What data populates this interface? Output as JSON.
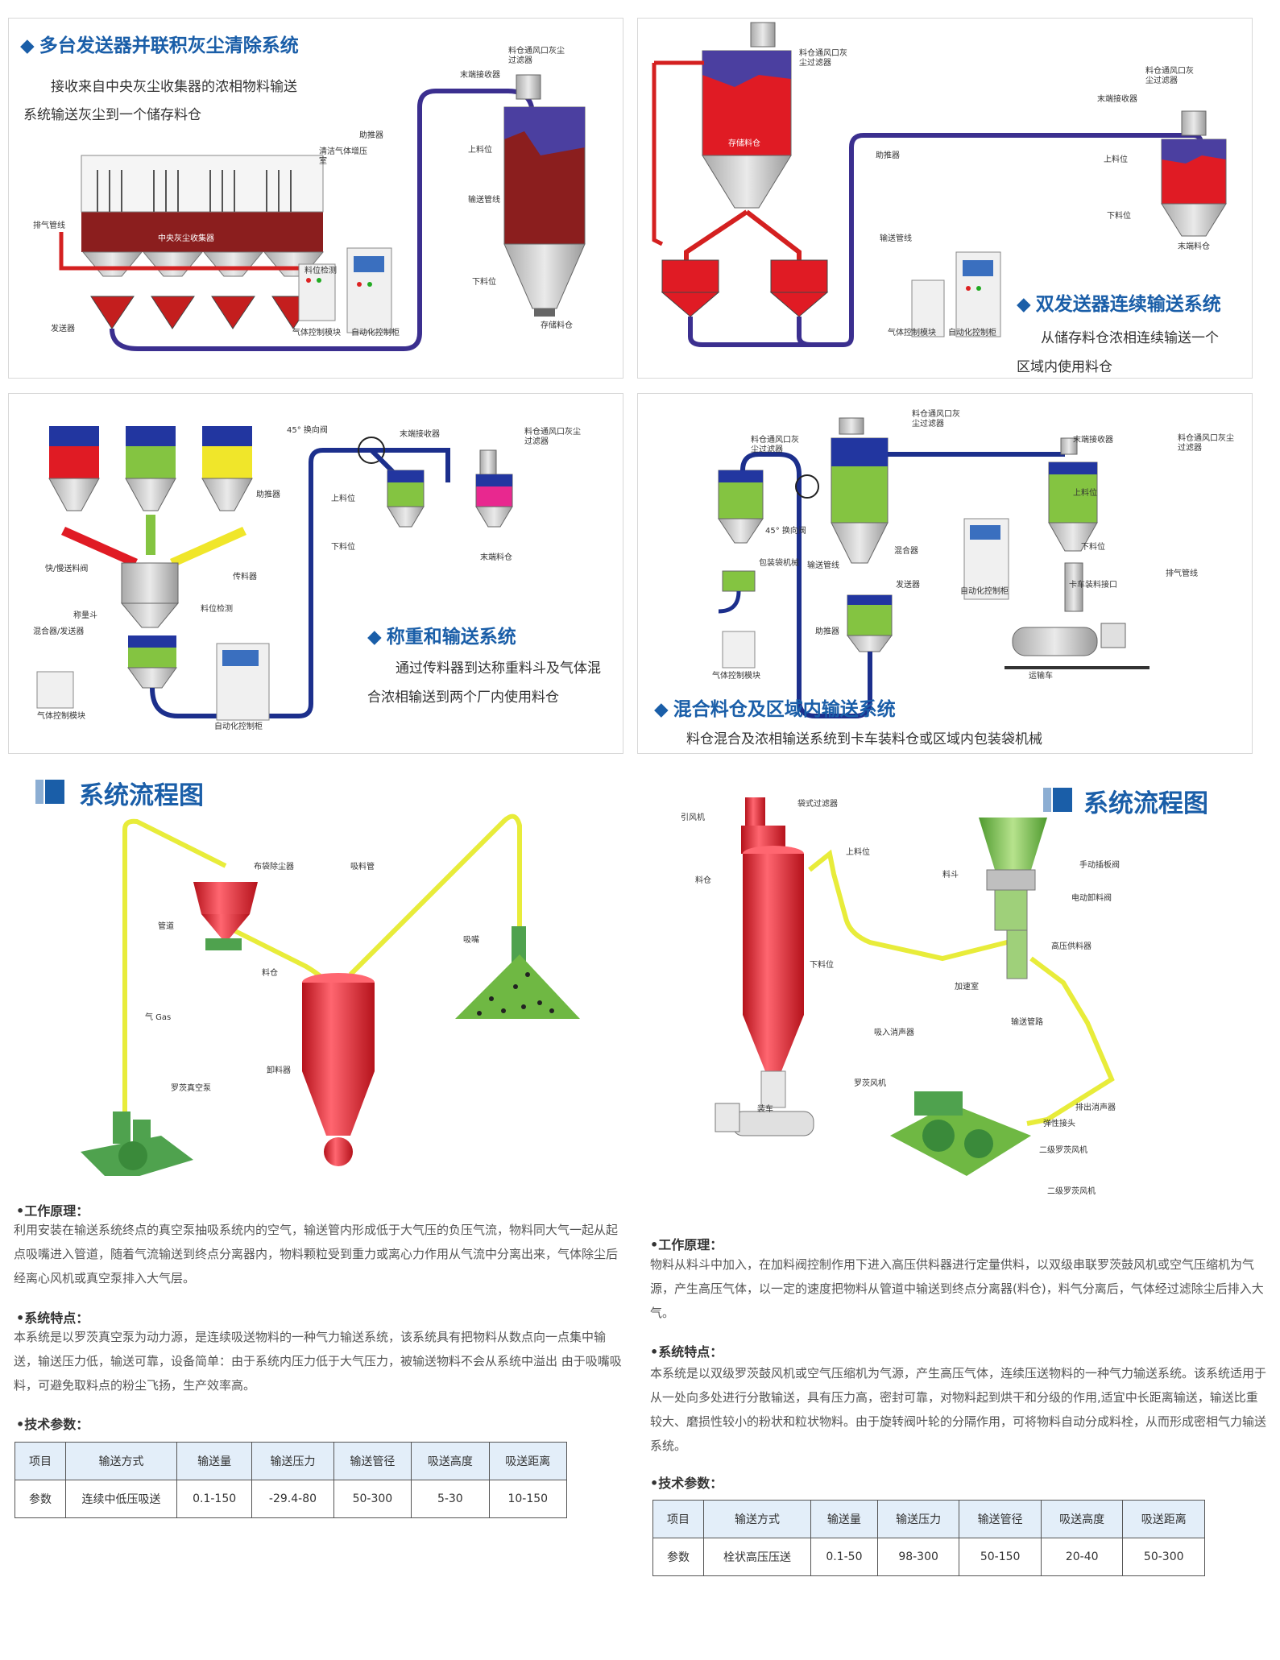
{
  "panels": [
    {
      "title": "多台发送器并联积灰尘清除系统",
      "lines": [
        "接收来自中央灰尘收集器的浓相物料输送",
        "系统输送灰尘到一个储存料仓"
      ],
      "labels": [
        "料仓通风口灰尘过滤器",
        "末端接收器",
        "助推器",
        "清洁气体增压室",
        "上料位",
        "输送管线",
        "排气管线",
        "料位检测",
        "下料位",
        "存储料仓",
        "发送器",
        "气体控制模块",
        "自动化控制柜",
        "中央灰尘收集器"
      ]
    },
    {
      "title": "双发送器连续输送系统",
      "lines": [
        "从储存料仓浓相连续输送一个",
        "区域内使用料仓"
      ],
      "labels": [
        "料仓通风口灰尘过滤器",
        "料仓通风口灰尘过滤器",
        "末端接收器",
        "存储料仓",
        "助推器",
        "上料位",
        "下料位",
        "末端料仓",
        "输送管线",
        "气体控制模块",
        "自动化控制柜"
      ]
    },
    {
      "title": "称重和输送系统",
      "lines": [
        "通过传料器到达称重料斗及气体混",
        "合浓相输送到两个厂内使用料仓"
      ],
      "labels": [
        "45° 换向阀",
        "末端接收器",
        "料仓通风口灰尘过滤器",
        "助推器",
        "上料位",
        "下料位",
        "末端料仓",
        "快/慢送料阀",
        "传料器",
        "称量斗",
        "料位检测",
        "混合器/发送器",
        "气体控制模块",
        "自动化控制柜"
      ]
    },
    {
      "title": "混合料仓及区域内输送系统",
      "lines": [
        "料仓混合及浓相输送系统到卡车装料仓或区域内包装袋机械"
      ],
      "labels": [
        "料仓通风口灰尘过滤器",
        "料仓通风口灰尘过滤器",
        "末端接收器",
        "料仓通风口灰尘过滤器",
        "上料位",
        "45° 换向阀",
        "包装袋机械",
        "输送管线",
        "混合器",
        "发送器",
        "自动化控制柜",
        "下料位",
        "卡车装料接口",
        "排气管线",
        "运输车",
        "助推器",
        "气体控制模块"
      ]
    }
  ],
  "left_flow": {
    "title": "系统流程图",
    "labels": [
      "布袋除尘器",
      "吸料管",
      "管道",
      "吸嘴",
      "料仓",
      "气 Gas",
      "罗茨真空泵",
      "卸料器"
    ],
    "principle_heading": "•工作原理：",
    "principle_text": "利用安装在输送系统终点的真空泵抽吸系统内的空气，输送管内形成低于大气压的负压气流，物料同大气一起从起点吸嘴进入管道，随着气流输送到终点分离器内，物料颗粒受到重力或离心力作用从气流中分离出来，气体除尘后经离心风机或真空泵排入大气层。",
    "features_heading": "•系统特点：",
    "features_text": "本系统是以罗茨真空泵为动力源，是连续吸送物料的一种气力输送系统，该系统具有把物料从数点向一点集中输送，输送压力低，输送可靠，设备简单：由于系统内压力低于大气压力，被输送物料不会从系统中溢出 由于吸嘴吸料，可避免取料点的粉尘飞扬，生产效率高。",
    "params_heading": "•技术参数：",
    "table": {
      "header": [
        "项目",
        "输送方式",
        "输送量",
        "输送压力",
        "输送管径",
        "吸送高度",
        "吸送距离"
      ],
      "row": [
        "参数",
        "连续中低压吸送",
        "0.1-150",
        "-29.4-80",
        "50-300",
        "5-30",
        "10-150"
      ]
    }
  },
  "right_flow": {
    "title": "系统流程图",
    "labels": [
      "引风机",
      "袋式过滤器",
      "上料位",
      "料仓",
      "料斗",
      "手动插板阀",
      "电动卸料阀",
      "高压供料器",
      "下料位",
      "加速室",
      "吸入消声器",
      "输送管路",
      "罗茨风机",
      "装车",
      "排出消声器",
      "弹性接头",
      "二级罗茨风机",
      "二级罗茨风机"
    ],
    "principle_heading": "•工作原理：",
    "principle_text": "物料从料斗中加入，在加料阀控制作用下进入高压供料器进行定量供料，以双级串联罗茨鼓风机或空气压缩机为气源，产生高压气体，以一定的速度把物料从管道中输送到终点分离器(料仓)，料气分离后，气体经过滤除尘后排入大气。",
    "features_heading": "•系统特点：",
    "features_text": "本系统是以双级罗茨鼓风机或空气压缩机为气源，产生高压气体，连续压送物料的一种气力输送系统。该系统适用于从一处向多处进行分散输送，具有压力高，密封可靠，对物料起到烘干和分级的作用,适宜中长距离输送，输送比重较大、磨损性较小的粉状和粒状物料。由于旋转阀叶轮的分隔作用，可将物料自动分成料栓，从而形成密相气力输送系统。",
    "params_heading": "•技术参数：",
    "table": {
      "header": [
        "项目",
        "输送方式",
        "输送量",
        "输送压力",
        "输送管径",
        "吸送高度",
        "吸送距离"
      ],
      "row": [
        "参数",
        "栓状高压压送",
        "0.1-50",
        "98-300",
        "50-150",
        "20-40",
        "50-300"
      ]
    }
  },
  "colors": {
    "title": "#1a5ea8",
    "pipe_purple": "#3b2f8f",
    "pipe_red": "#d42020",
    "pipe_blue": "#1c2f8c",
    "pipe_yellow": "#e8ec3a",
    "tank_red": "#e01b24",
    "tank_green": "#84c441",
    "machine_green": "#4fa24e"
  }
}
